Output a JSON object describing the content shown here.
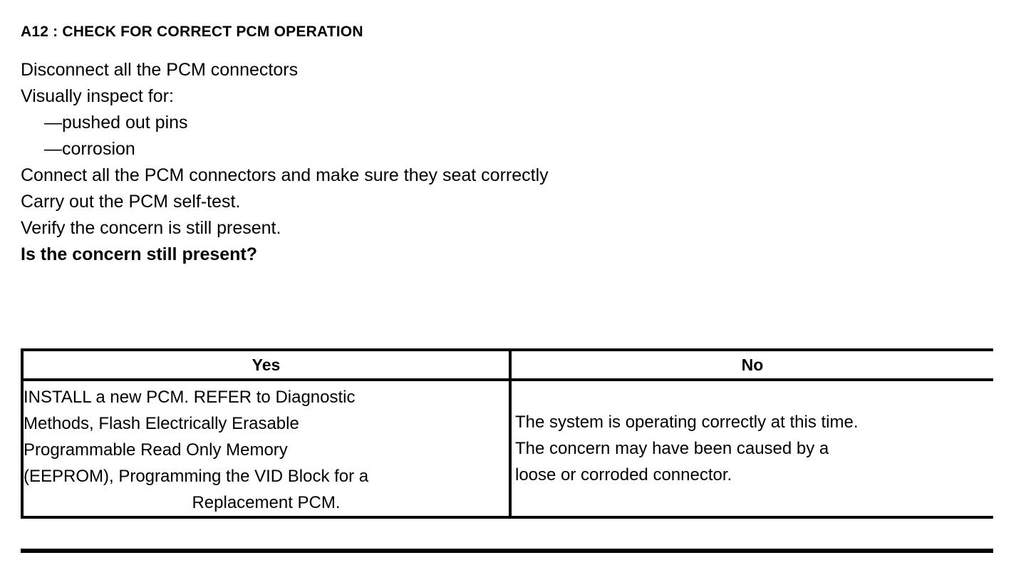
{
  "document": {
    "step_title": "A12 : CHECK FOR CORRECT PCM OPERATION",
    "instructions": [
      {
        "text": "Disconnect all the PCM connectors",
        "bold": false,
        "indent": false
      },
      {
        "text": "Visually inspect for:",
        "bold": false,
        "indent": false
      },
      {
        "text": "—pushed out pins",
        "bold": false,
        "indent": true
      },
      {
        "text": "—corrosion",
        "bold": false,
        "indent": true
      },
      {
        "text": "Connect all the PCM connectors and make sure they seat correctly",
        "bold": false,
        "indent": false
      },
      {
        "text": "Carry out the PCM self-test.",
        "bold": false,
        "indent": false
      },
      {
        "text": "Verify the concern is still present.",
        "bold": false,
        "indent": false
      },
      {
        "text": "Is the concern still present?",
        "bold": true,
        "indent": false
      }
    ],
    "line_texts": {
      "l0": "Disconnect all the PCM connectors",
      "l1": "Visually inspect for:",
      "l2": "—pushed out pins",
      "l3": "—corrosion",
      "l4": "Connect all the PCM connectors and make sure they seat correctly",
      "l5": "Carry out the PCM self-test.",
      "l6": "Verify the concern is still present.",
      "l7": "Is the concern still present?"
    },
    "decision_table": {
      "headers": {
        "yes": "Yes",
        "no": "No"
      },
      "yes_cell": {
        "lines": [
          "INSTALL a new PCM. REFER to Diagnostic",
          "Methods, Flash Electrically Erasable",
          "Programmable Read Only Memory",
          "(EEPROM), Programming the VID Block for a",
          "Replacement PCM."
        ],
        "line0": "INSTALL a new PCM. REFER to Diagnostic",
        "line1": "Methods, Flash Electrically Erasable",
        "line2": "Programmable Read Only Memory",
        "line3": "(EEPROM), Programming the VID Block for a",
        "line4": "Replacement PCM."
      },
      "no_cell": {
        "lines": [
          "The system is operating correctly at this time.",
          "The concern may have been caused by a",
          "loose or corroded connector."
        ],
        "line0": "The system is operating correctly at this time.",
        "line1": "The concern may have been caused by a",
        "line2": "loose or corroded connector."
      }
    },
    "colors": {
      "text": "#000000",
      "background": "#ffffff",
      "rule": "#000000"
    }
  }
}
